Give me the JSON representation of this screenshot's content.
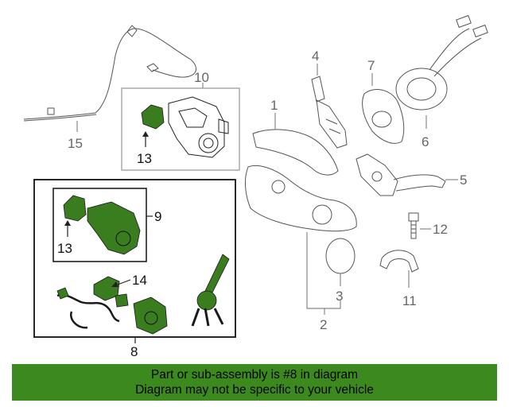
{
  "callouts": {
    "c1": "1",
    "c2": "2",
    "c3": "3",
    "c4": "4",
    "c5": "5",
    "c6": "6",
    "c7": "7",
    "c8": "8",
    "c9": "9",
    "c10": "10",
    "c11": "11",
    "c12": "12",
    "c13a": "13",
    "c13b": "13",
    "c14": "14",
    "c15": "15"
  },
  "banner": {
    "line1": "Part or sub-assembly is #8 in diagram",
    "line2": "Diagram may not be specific to your vehicle"
  },
  "colors": {
    "highlight_green": "#3c8a1e",
    "part_green": "#3a7d1f",
    "callout_gray": "#666666"
  }
}
